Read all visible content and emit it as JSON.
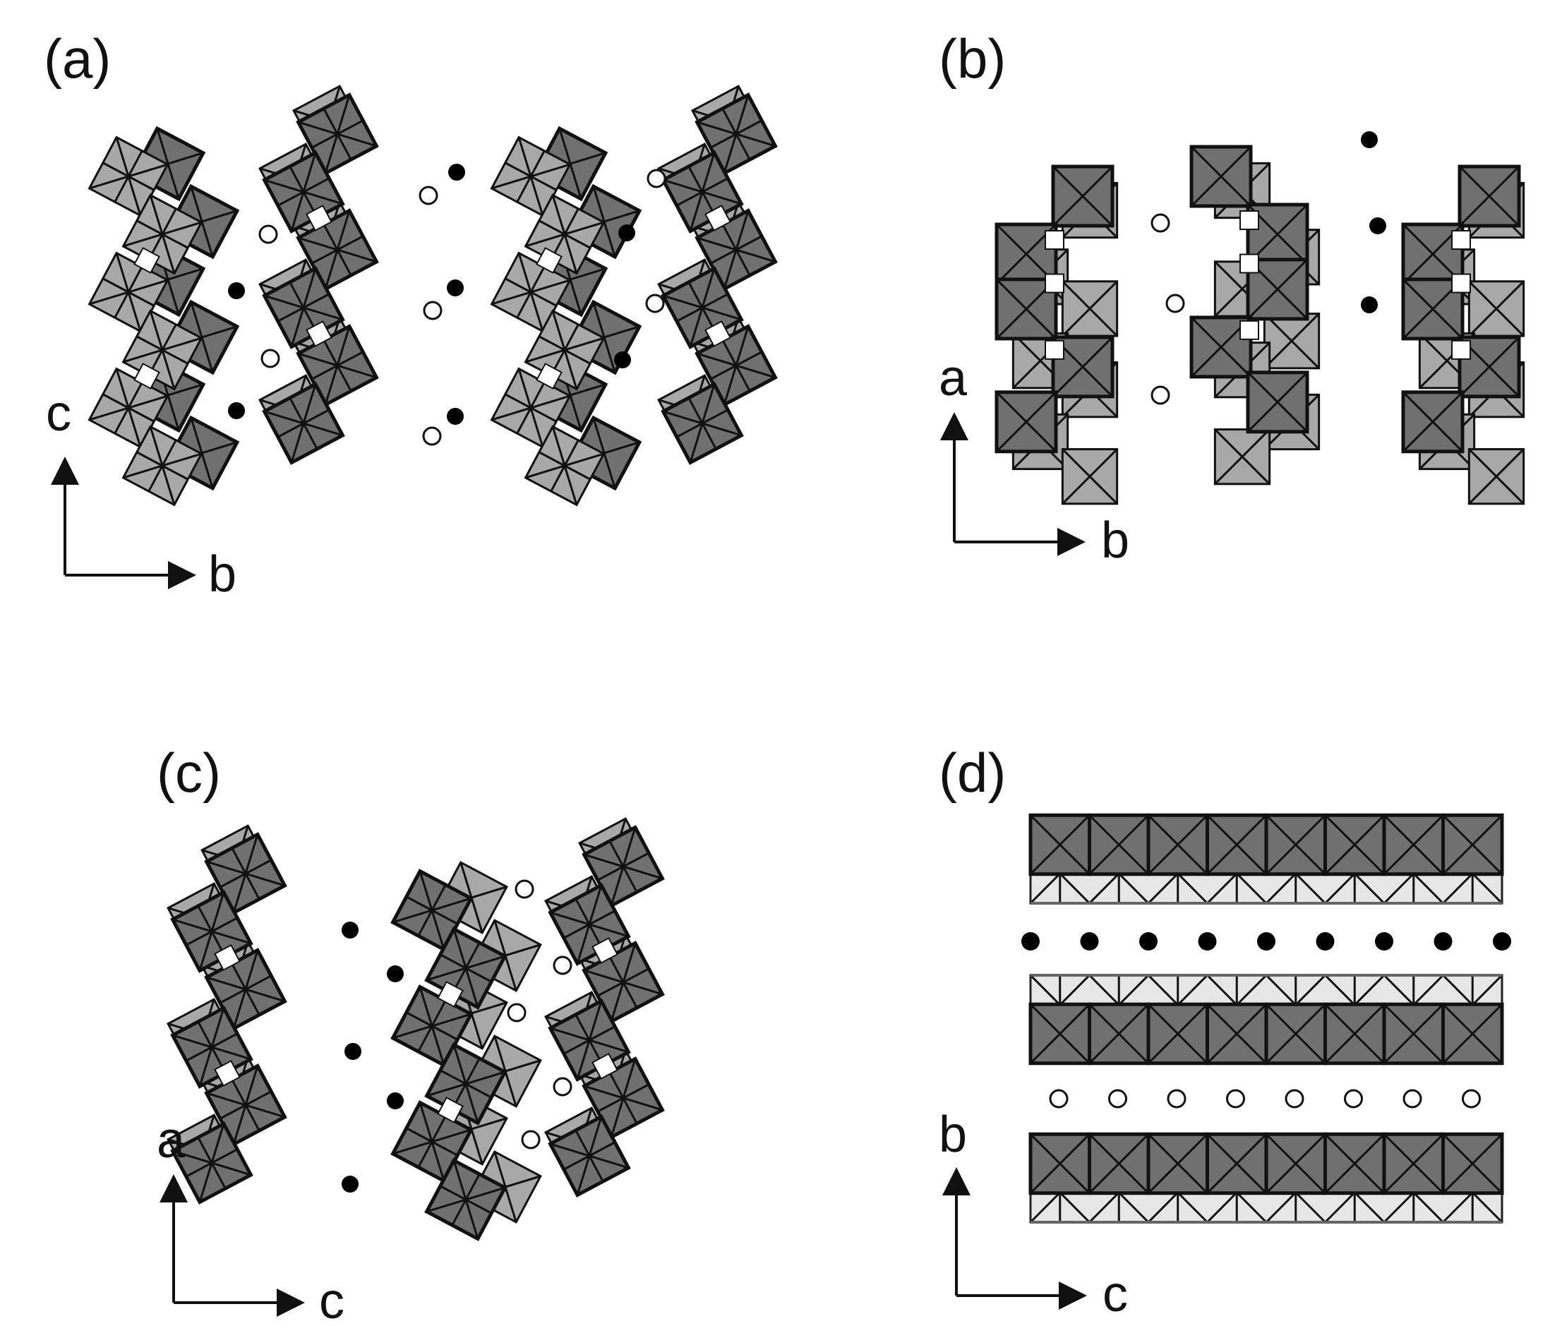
{
  "panels": [
    {
      "id": "a",
      "label": "(a)",
      "axis_vertical": "c",
      "axis_horizontal": "b"
    },
    {
      "id": "b",
      "label": "(b)",
      "axis_vertical": "a",
      "axis_horizontal": "b"
    },
    {
      "id": "c",
      "label": "(c)",
      "axis_vertical": "a",
      "axis_horizontal": "c"
    },
    {
      "id": "d",
      "label": "(d)",
      "axis_vertical": "b",
      "axis_horizontal": "c"
    }
  ],
  "colors": {
    "dark_polyhedra": "#707070",
    "light_polyhedra": "#a8a8a8",
    "very_light_polyhedra": "#e6e6e6",
    "filled_atom": "#000000",
    "open_atom": "#ffffff"
  }
}
